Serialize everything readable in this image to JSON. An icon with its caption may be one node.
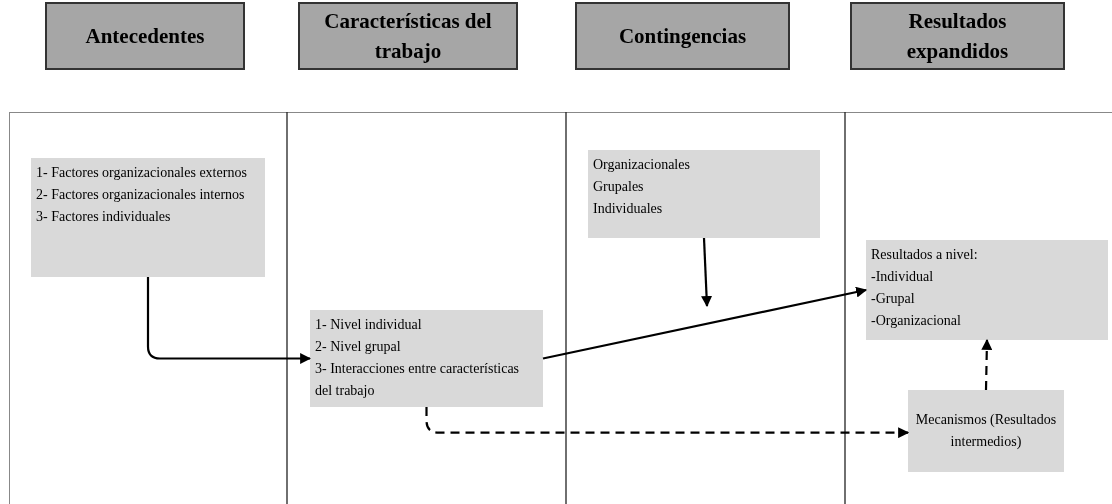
{
  "diagram": {
    "nodes": [
      {
        "text": [
          "Antecedentes"
        ]
      },
      {
        "text": [
          "Características del trabajo"
        ]
      },
      {
        "text": [
          "Contingencias"
        ]
      },
      {
        "text": [
          "Resultados expandidos"
        ]
      },
      {
        "text": [
          "1- Factores organizacionales externos",
          "2- Factores organizacionales internos",
          "3- Factores individuales"
        ]
      },
      {
        "text": [
          "1- Nivel individual",
          "2- Nivel grupal",
          "3- Interacciones entre características del trabajo"
        ]
      },
      {
        "text": [
          "Organizacionales",
          "Grupales",
          "Individuales"
        ]
      },
      {
        "text": [
          "Resultados a nivel:",
          "-Individual",
          "-Grupal",
          "-Organizacional"
        ]
      },
      {
        "text": [
          "Mecanismos (Resultados intermedios)"
        ]
      }
    ],
    "edges": [
      {
        "from": 4,
        "to": 5,
        "arrow": "to"
      },
      {
        "from": 5,
        "to": 7,
        "arrow": "to"
      },
      {
        "from": 6,
        "to": null,
        "arrow": "to"
      },
      {
        "from": 5,
        "to": 8,
        "arrow": "to",
        "style": "dashed"
      },
      {
        "from": 8,
        "to": 7,
        "arrow": "to",
        "style": "dashed"
      }
    ]
  }
}
